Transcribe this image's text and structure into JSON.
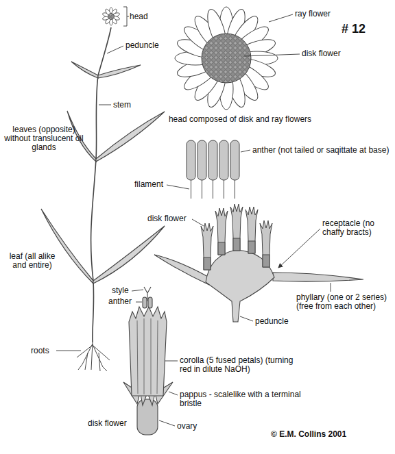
{
  "diagram": {
    "labels": [
      "head",
      "peduncle",
      "stem",
      "leaves (opposite) without translucent oil glands",
      "leaf (all alike and entire)",
      "roots",
      "ray flower",
      "disk flower",
      "# 12",
      "head composed of disk and ray flowers",
      "anther (not tailed or saqittate at base)",
      "filament",
      "disk flower",
      "receptacle (no chaffy bracts)",
      "phyllary (one or 2 series) (free from each other)",
      "peduncle",
      "style",
      "anther",
      "corolla (5 fused petals) (turning red in dilute NaOH)",
      "pappus - scalelike with a terminal bristle",
      "disk flower",
      "ovary",
      "© E.M. Collins 2001"
    ]
  }
}
